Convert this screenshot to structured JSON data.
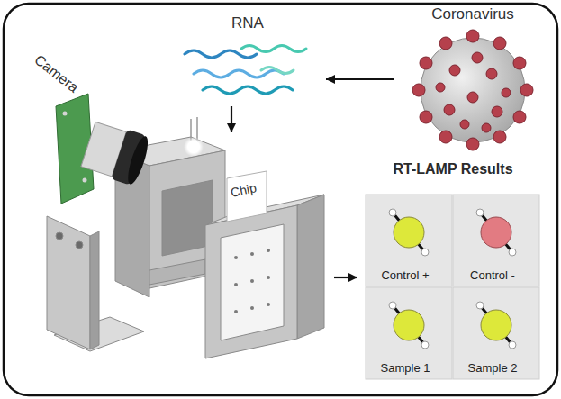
{
  "diagram": {
    "nodes": [
      {
        "text": [
          "RNA"
        ]
      },
      {
        "text": [
          "Coronavirus"
        ]
      },
      {
        "text": [
          "Chip"
        ]
      },
      {
        "text": [
          "RT-LAMP Results"
        ]
      },
      {
        "text": [
          "Control +"
        ],
        "in": 3
      },
      {
        "text": [
          "Control -"
        ],
        "in": 3
      },
      {
        "text": [
          "Sample 1"
        ],
        "in": 3
      },
      {
        "text": [
          "Sample 2"
        ],
        "in": 3
      }
    ],
    "edges": [
      {
        "from": 1,
        "to": 0,
        "arrow": "to"
      },
      {
        "from": 0,
        "to": 2,
        "arrow": "to"
      },
      {
        "from": 2,
        "to": 3,
        "arrow": "to"
      }
    ],
    "labels": [
      "Camera"
    ]
  }
}
